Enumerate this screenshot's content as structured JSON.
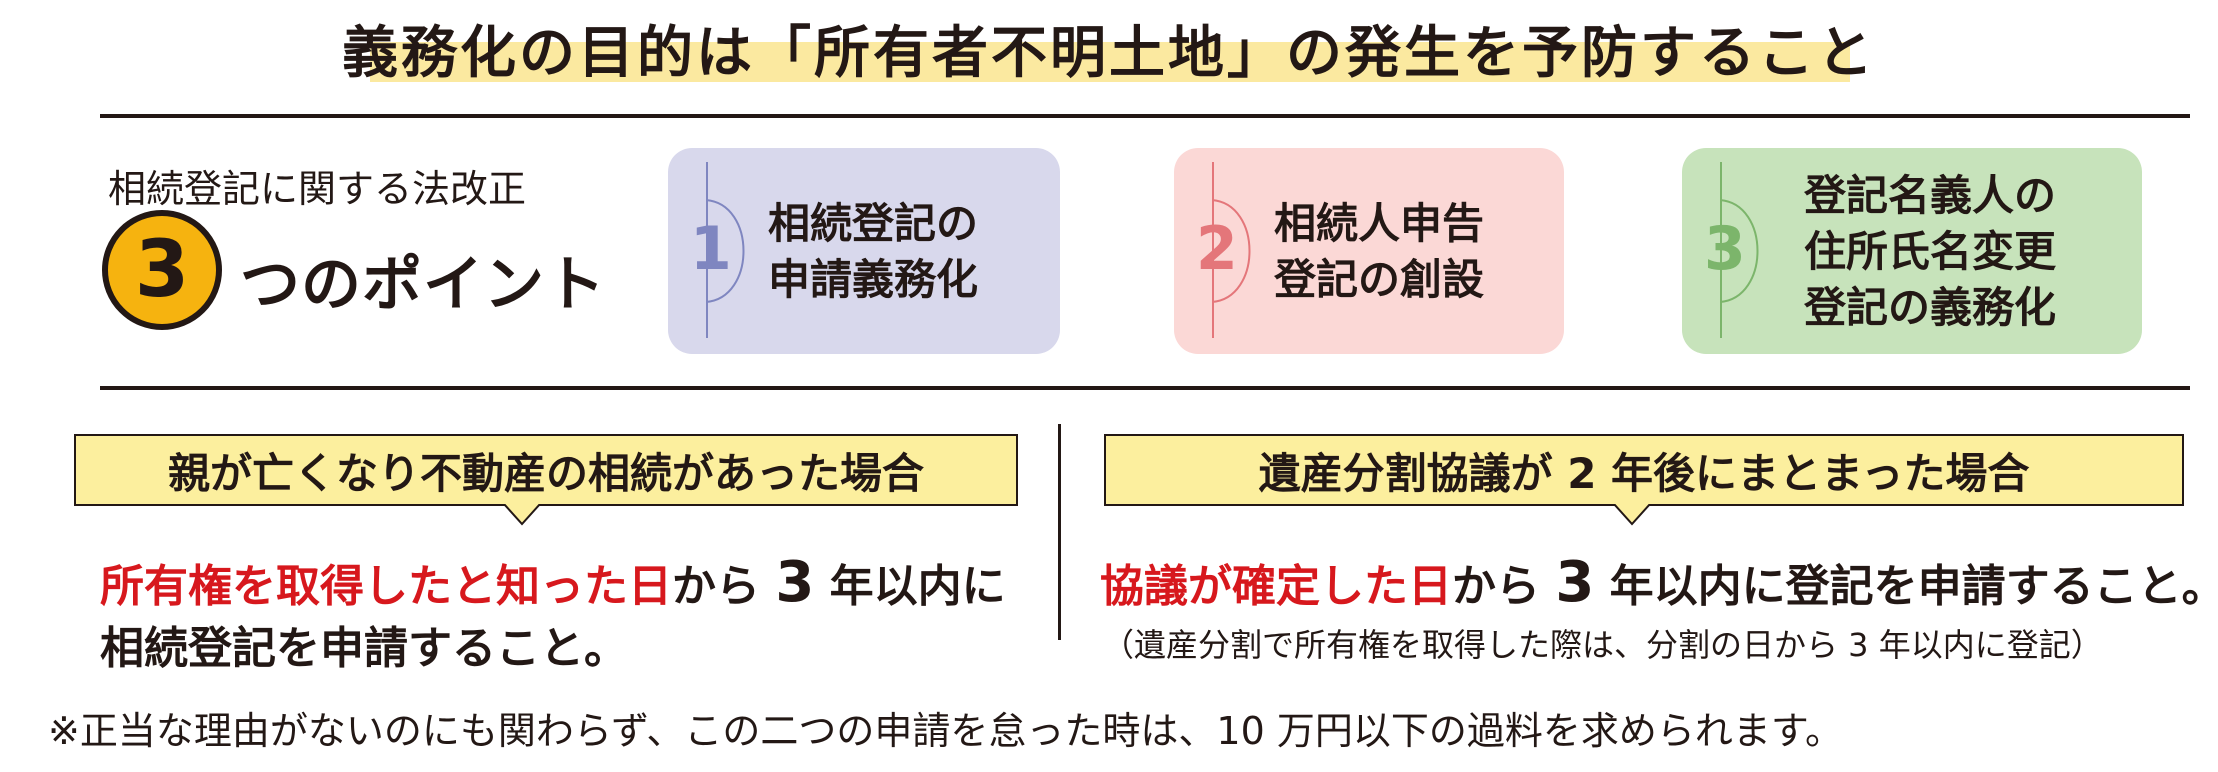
{
  "title": "義務化の目的は「所有者不明土地」の発生を予防すること",
  "points": {
    "caption": "相続登記に関する法改正",
    "count": "3",
    "label": "つのポイント",
    "cards": [
      {
        "num": "1",
        "lines": [
          "相続登記の",
          "申請義務化"
        ]
      },
      {
        "num": "2",
        "lines": [
          "相続人申告",
          "登記の創設"
        ]
      },
      {
        "num": "3",
        "lines": [
          "登記名義人の",
          "住所氏名変更",
          "登記の義務化"
        ]
      }
    ]
  },
  "left": {
    "heading": "親が亡くなり不動産の相続があった場合",
    "red": "所有権を取得したと知った日",
    "from": "から",
    "num": "3",
    "rest": "年以内に",
    "line2": "相続登記を申請すること。"
  },
  "right": {
    "heading": "遺産分割協議が 2 年後にまとまった場合",
    "red": "協議が確定した日",
    "from": "から",
    "num": "3",
    "rest": "年以内に登記を申請すること。",
    "note": "（遺産分割で所有権を取得した際は、分割の日から 3 年以内に登記）"
  },
  "footnote": "※正当な理由がないのにも関わらず、この二つの申請を怠った時は、10 万円以下の過料を求められます。",
  "colors": {
    "highlight": "#fbe9a0",
    "circle": "#f6b30f",
    "card1_bg": "#d8d8ec",
    "card1_accent": "#7f86c0",
    "card2_bg": "#fbd8d6",
    "card2_accent": "#e4767a",
    "card3_bg": "#c7e3bb",
    "card3_accent": "#7cb56b",
    "heading_bg": "#fcef9e",
    "red": "#d7181d"
  }
}
